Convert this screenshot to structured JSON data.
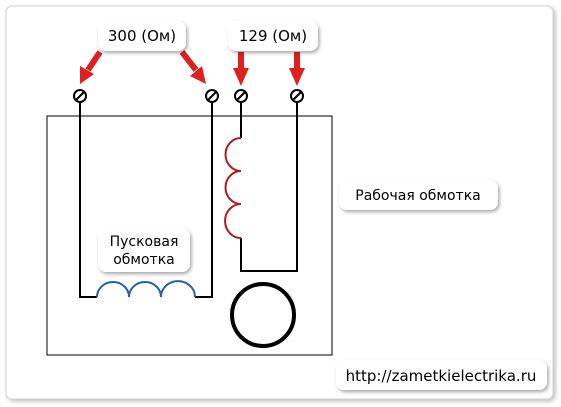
{
  "labels": {
    "start_resistance": "300 (Ом)",
    "work_resistance": "129 (Ом)",
    "work_winding": "Рабочая обмотка",
    "start_winding_line1": "Пусковая",
    "start_winding_line2": "обмотка",
    "website": "http://zametkielectrika.ru"
  },
  "colors": {
    "wire": "#000000",
    "arrow": "#e02020",
    "start_coil": "#2a5db0",
    "work_coil": "#b01a1a",
    "label_box": "#ffffff",
    "frame_shadow": "#c8c8c8"
  }
}
